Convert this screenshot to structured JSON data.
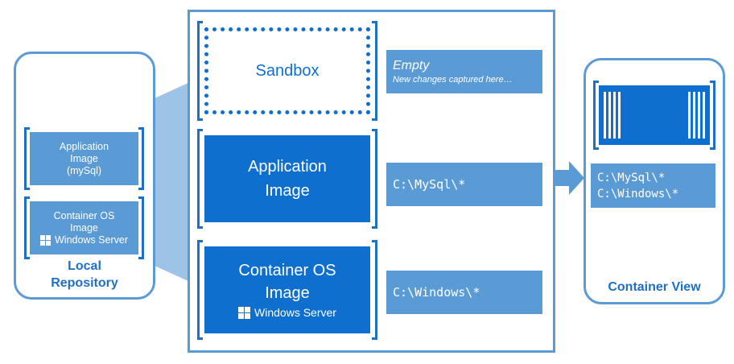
{
  "local_repository": {
    "label_line1": "Local",
    "label_line2": "Repository",
    "app_image": {
      "line1": "Application",
      "line2": "Image",
      "line3": "(mySql)"
    },
    "os_image": {
      "line1": "Container OS",
      "line2": "Image",
      "brand": "Windows Server"
    }
  },
  "layers": {
    "sandbox": {
      "label": "Sandbox"
    },
    "application_image": {
      "line1": "Application",
      "line2": "Image"
    },
    "container_os_image": {
      "line1": "Container OS",
      "line2": "Image",
      "brand": "Windows Server"
    }
  },
  "layer_contents": {
    "sandbox": {
      "title": "Empty",
      "subtitle": "New changes captured here…"
    },
    "application_image": {
      "path": "C:\\MySql\\*"
    },
    "container_os_image": {
      "path": "C:\\Windows\\*"
    }
  },
  "container_view": {
    "label": "Container View",
    "paths": [
      "C:\\MySql\\*",
      "C:\\Windows\\*"
    ]
  },
  "colors": {
    "accent": "#0f6fce",
    "light": "#5b9bd5",
    "border": "#5b9bd5"
  },
  "icons": {
    "windows": "windows-logo-icon",
    "container": "container-icon",
    "arrow": "arrow-right-icon"
  }
}
